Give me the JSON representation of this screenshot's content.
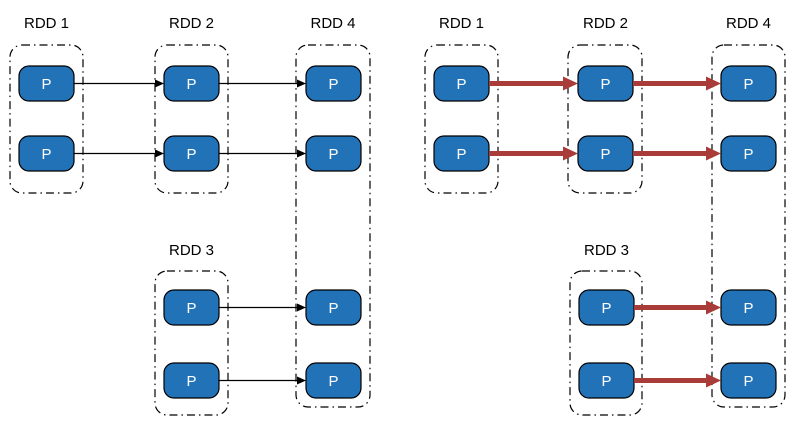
{
  "colors": {
    "background": "#ffffff",
    "partition_fill": "#2272b8",
    "partition_border": "#000000",
    "partition_text": "#ffffff",
    "container_border": "#000000",
    "label_text": "#000000",
    "left_diagram_arrow": "#000000",
    "right_diagram_arrow": "#a93b39"
  },
  "diagrams": [
    {
      "side": "left",
      "arrow_color": "#000000",
      "rdds": [
        {
          "label": "RDD 1",
          "partitions": [
            "P",
            "P"
          ]
        },
        {
          "label": "RDD 2",
          "partitions": [
            "P",
            "P"
          ]
        },
        {
          "label": "RDD 4",
          "partitions": [
            "P",
            "P",
            "P",
            "P"
          ]
        },
        {
          "label": "RDD 3",
          "partitions": [
            "P",
            "P"
          ]
        }
      ]
    },
    {
      "side": "right",
      "arrow_color": "#a93b39",
      "rdds": [
        {
          "label": "RDD 1",
          "partitions": [
            "P",
            "P"
          ]
        },
        {
          "label": "RDD 2",
          "partitions": [
            "P",
            "P"
          ]
        },
        {
          "label": "RDD 4",
          "partitions": [
            "P",
            "P",
            "P",
            "P"
          ]
        },
        {
          "label": "RDD 3",
          "partitions": [
            "P",
            "P"
          ]
        }
      ]
    }
  ]
}
